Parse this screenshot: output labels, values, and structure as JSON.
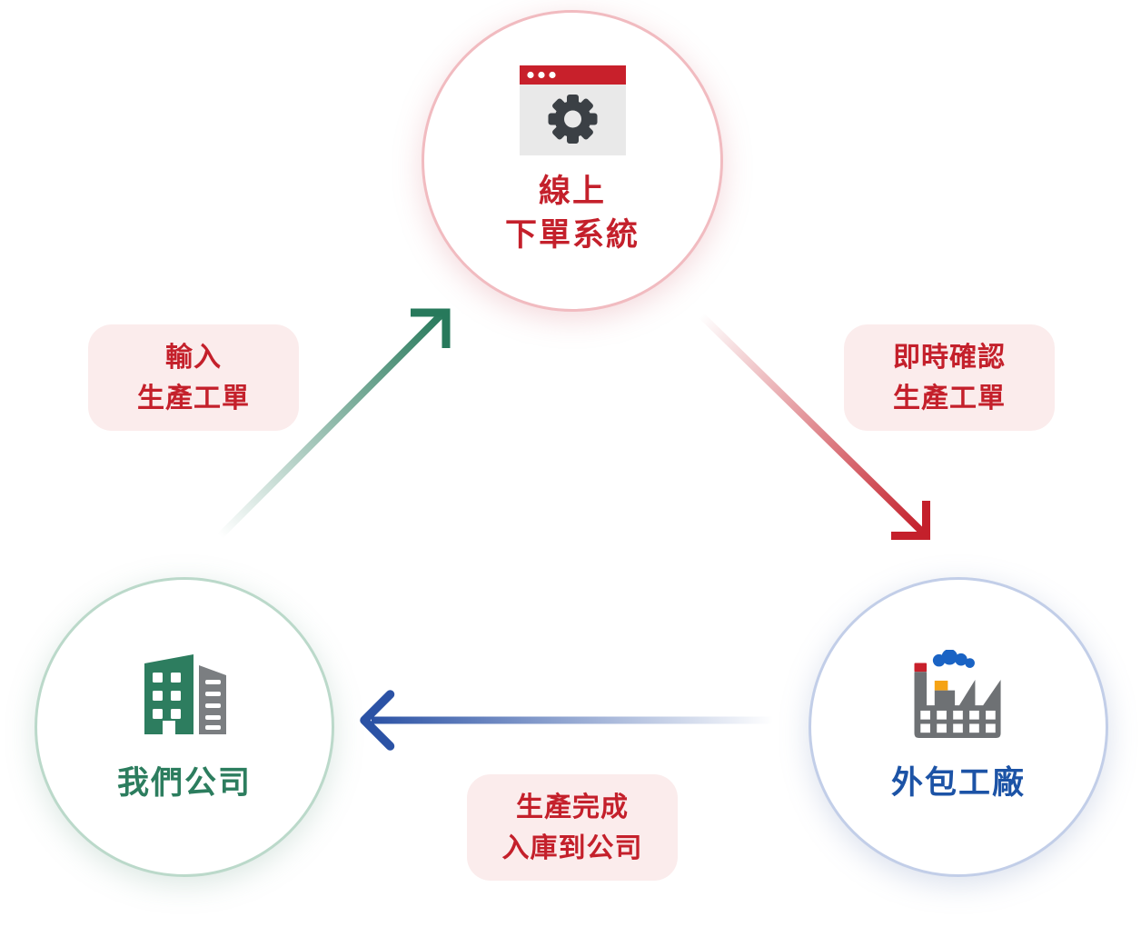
{
  "nodes": {
    "order_system": {
      "label_line1": "線上",
      "label_line2": "下單系統",
      "text_color": "#c4202b",
      "border_color": "#f1bbc0",
      "icon": "browser-gear-icon"
    },
    "company": {
      "label": "我們公司",
      "text_color": "#2c7d5e",
      "border_color": "#bbd9ca",
      "icon": "office-buildings-icon"
    },
    "factory": {
      "label": "外包工廠",
      "text_color": "#1c53a6",
      "border_color": "#c2cee8",
      "icon": "factory-icon"
    }
  },
  "flows": {
    "input": {
      "line1": "輸入",
      "line2": "生產工單",
      "from": "company",
      "to": "order_system",
      "arrow_color": "#27795b"
    },
    "confirm": {
      "line1": "即時確認",
      "line2": "生產工單",
      "from": "order_system",
      "to": "factory",
      "arrow_color": "#c4202b"
    },
    "complete": {
      "line1": "生產完成",
      "line2": "入庫到公司",
      "from": "factory",
      "to": "company",
      "arrow_color": "#2b52a5"
    }
  },
  "styles": {
    "background": "#ffffff",
    "flow_label_bg": "#fbecec",
    "flow_label_text": "#c4202b",
    "icon_red": "#c8202b",
    "icon_dark": "#3b4045",
    "icon_gray_light": "#e9e9e9",
    "building_green": "#2d7d5f",
    "building_gray": "#7b7e81",
    "factory_gray": "#6e7174",
    "factory_cloud_blue": "#1a63c4",
    "factory_orange": "#f5a315"
  }
}
